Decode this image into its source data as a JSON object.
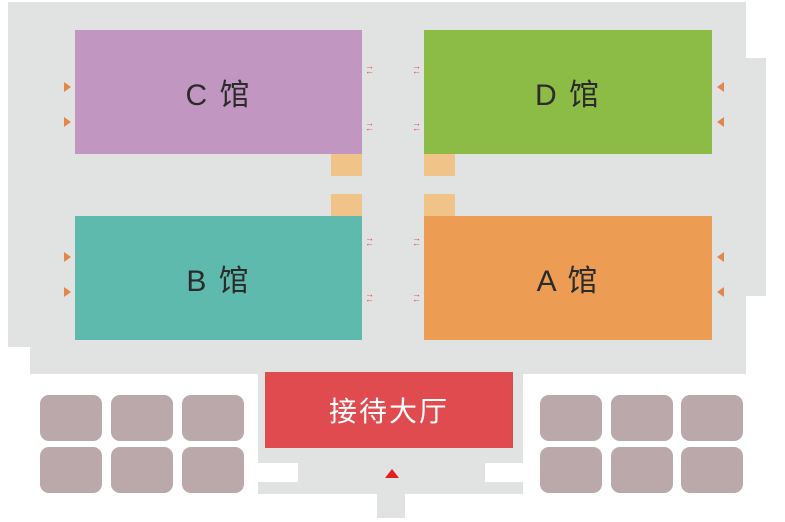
{
  "halls": {
    "c": {
      "label": "C 馆",
      "color": "#c196c1"
    },
    "d": {
      "label": "D 馆",
      "color": "#8cbb46"
    },
    "b": {
      "label": "B 馆",
      "color": "#5fbaae"
    },
    "a": {
      "label": "A 馆",
      "color": "#ed9c53"
    }
  },
  "reception": {
    "label": "接待大厅",
    "color": "#e04b50"
  }
}
